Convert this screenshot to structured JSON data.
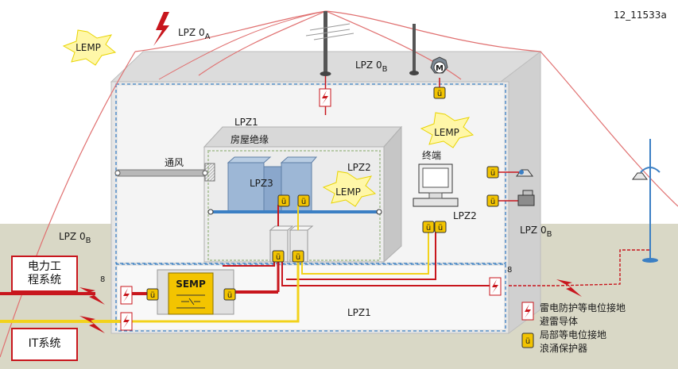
{
  "figure_id": "12_11533a",
  "zones": {
    "lpz0a_main": "LPZ 0",
    "lpz0a_sub": "A",
    "lpz0b_top_main": "LPZ 0",
    "lpz0b_top_sub": "B",
    "lpz0b_left_main": "LPZ 0",
    "lpz0b_left_sub": "B",
    "lpz0b_right_main": "LPZ 0",
    "lpz0b_right_sub": "B",
    "lpz1_inner": "LPZ1",
    "lpz1_bottom": "LPZ1",
    "lpz2_room": "LPZ2",
    "lpz2_terminal": "LPZ2",
    "lpz3": "LPZ3"
  },
  "labels": {
    "lemp": "LEMP",
    "ventilation": "通风",
    "room_shield": "房屋绝缘",
    "terminal": "终端",
    "semp": "SEMP",
    "motor": "M",
    "power_system": "电力工\n程系统",
    "it_system": "IT系统",
    "eight": "8",
    "spd_symbol": "ü"
  },
  "legend": [
    {
      "icon": "lightning-equipotential-icon",
      "line1": "雷电防护等电位接地",
      "line2": "避雷导体"
    },
    {
      "icon": "surge-protector-icon",
      "line1": "局部等电位接地",
      "line2": "浪涌保护器"
    }
  ],
  "colors": {
    "power_line": "#c8161d",
    "it_line": "#f2d21b",
    "spd_fill": "#f3c400",
    "ground": "#d9d8c6",
    "wall_gray": "#d4d4d4",
    "shield_blue": "#3b7fc4",
    "lpz3_blue": "#9db7d6"
  }
}
